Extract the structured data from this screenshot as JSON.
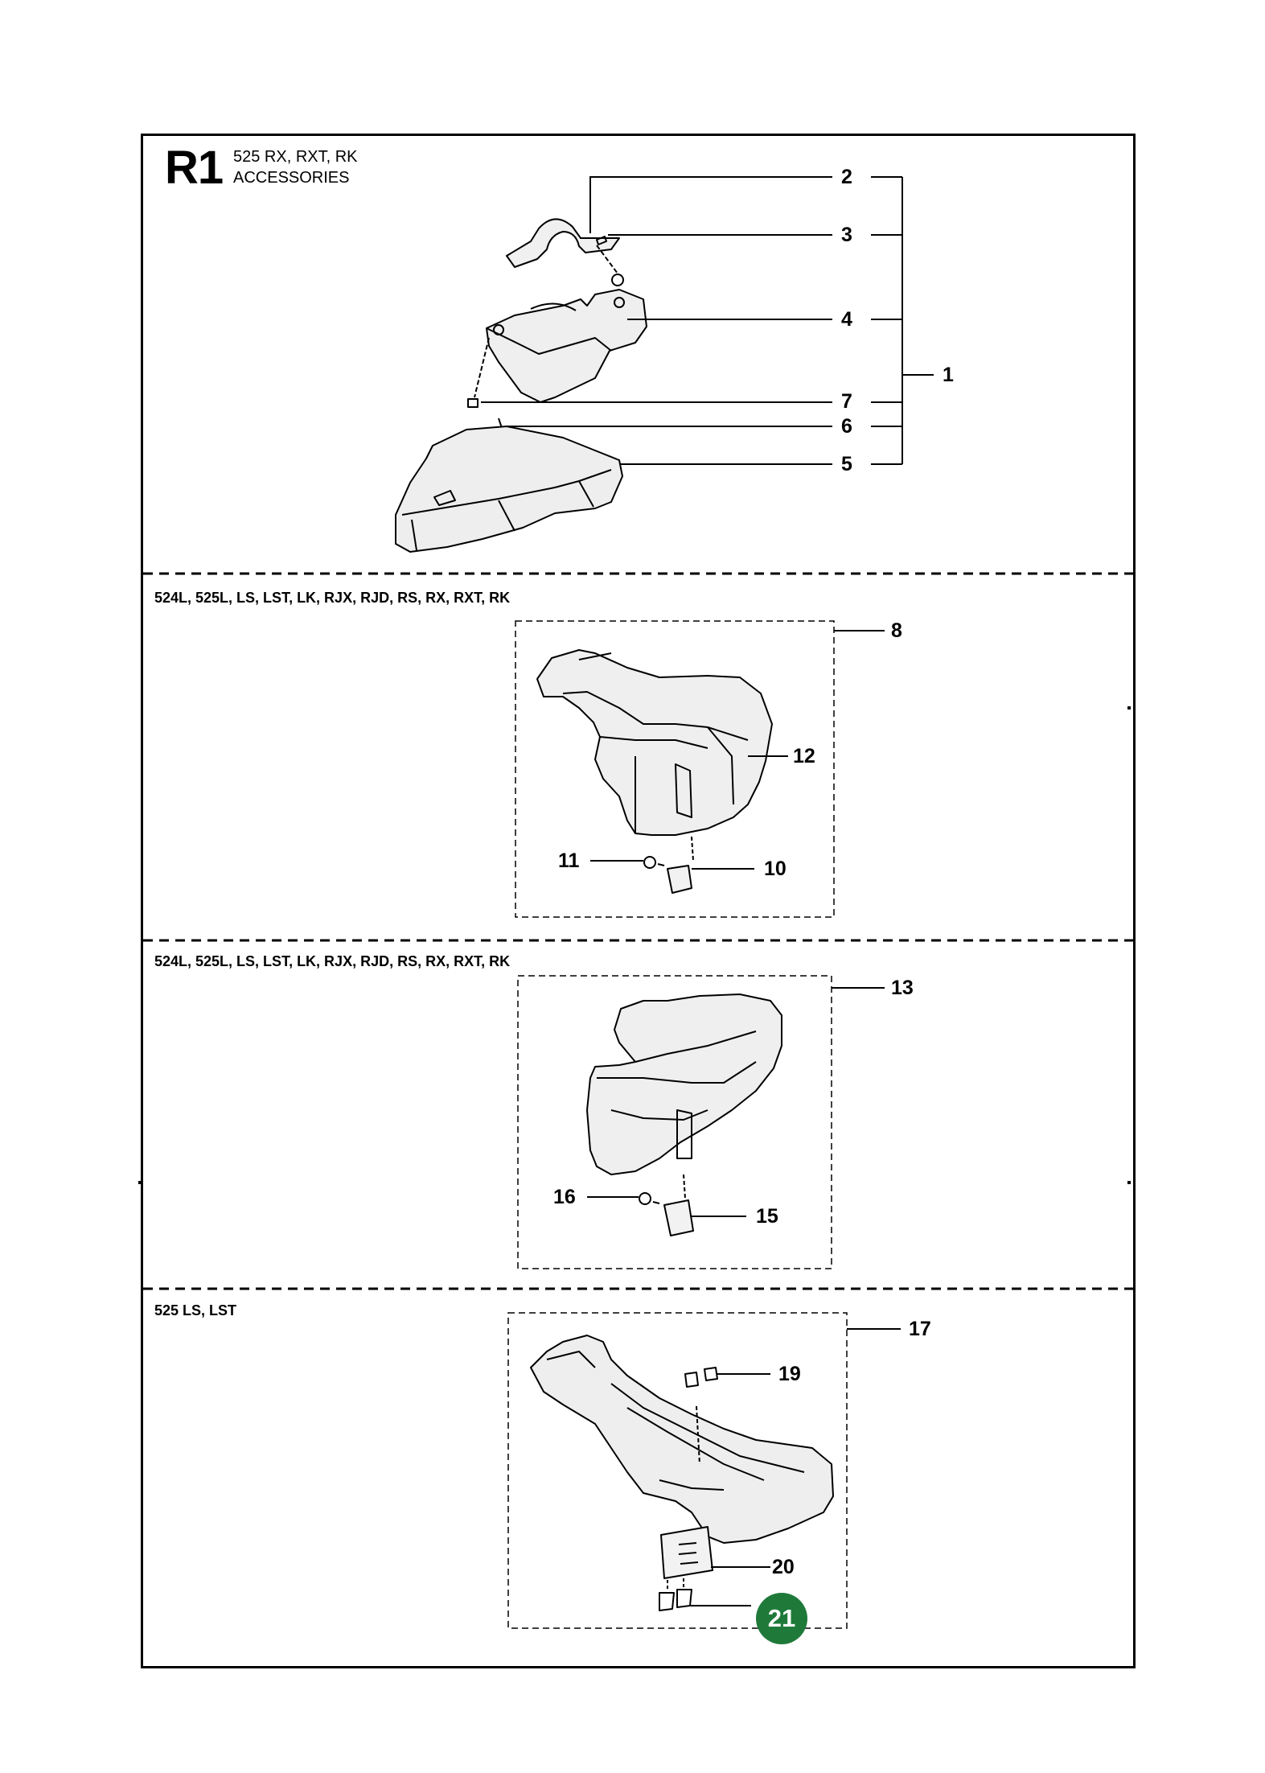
{
  "page": {
    "code": "R1",
    "model": "525 RX, RXT, RK",
    "section": "ACCESSORIES"
  },
  "groups": [
    {
      "header": "",
      "callouts": [
        "1",
        "2",
        "3",
        "4",
        "5",
        "6",
        "7"
      ]
    },
    {
      "header": "524L, 525L, LS, LST, LK, RJX, RJD, RS, RX, RXT, RK",
      "callouts": [
        "8",
        "10",
        "11",
        "12"
      ]
    },
    {
      "header": "524L, 525L, LS, LST, LK, RJX, RJD, RS, RX, RXT, RK",
      "callouts": [
        "13",
        "15",
        "16"
      ]
    },
    {
      "header": "525 LS, LST",
      "callouts": [
        "17",
        "19",
        "20",
        "21"
      ]
    }
  ],
  "labels": {
    "n1": "1",
    "n2": "2",
    "n3": "3",
    "n4": "4",
    "n5": "5",
    "n6": "6",
    "n7": "7",
    "n8": "8",
    "n10": "10",
    "n11": "11",
    "n12": "12",
    "n13": "13",
    "n15": "15",
    "n16": "16",
    "n17": "17",
    "n19": "19",
    "n20": "20",
    "n21": "21"
  },
  "highlight": {
    "part": "21",
    "color": "#1f7a3a"
  }
}
